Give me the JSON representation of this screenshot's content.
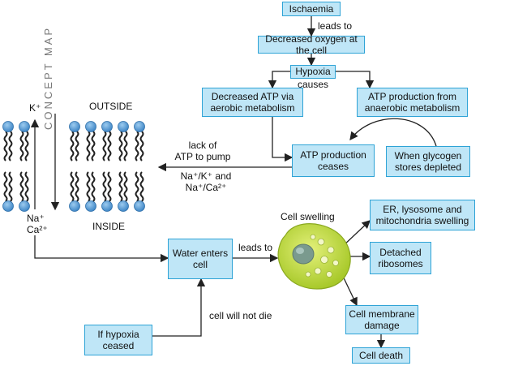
{
  "boxes": {
    "ischaemia": "Ischaemia",
    "decreased_oxygen": "Decreased oxygen at the cell",
    "hypoxia": "Hypoxia",
    "decreased_atp": "Decreased ATP via\naerobic metabolism",
    "atp_anaerobic": "ATP production from\nanaerobic metabolism",
    "atp_ceases": "ATP production\nceases",
    "glycogen": "When glycogen\nstores depleted",
    "water_enters": "Water enters\ncell",
    "er_swelling": "ER, lysosome and\nmitochondria swelling",
    "detached_ribosomes": "Detached\nribosomes",
    "membrane_damage": "Cell membrane\ndamage",
    "cell_death": "Cell death",
    "if_hypoxia": "If hypoxia\nceased"
  },
  "labels": {
    "leads_to_1": "leads to",
    "causes": "causes",
    "lack_of_atp": "lack of\nATP to pump",
    "pumps": "Na⁺/K⁺ and\nNa⁺/Ca²⁺",
    "leads_to_2": "leads to",
    "cell_will_not_die": "cell will not die",
    "cell_swelling": "Cell swelling",
    "outside": "OUTSIDE",
    "inside": "INSIDE",
    "k_ion": "K⁺",
    "na_ca_ions": "Na⁺\nCa²⁺",
    "concept_map": "CONCEPT MAP"
  },
  "colors": {
    "box_fill": "#bfe6f7",
    "box_border": "#2ea3d6",
    "lipid_head": "#5b9fd6",
    "cell_body": "#b5d334",
    "nucleus": "#6f8f8f"
  }
}
